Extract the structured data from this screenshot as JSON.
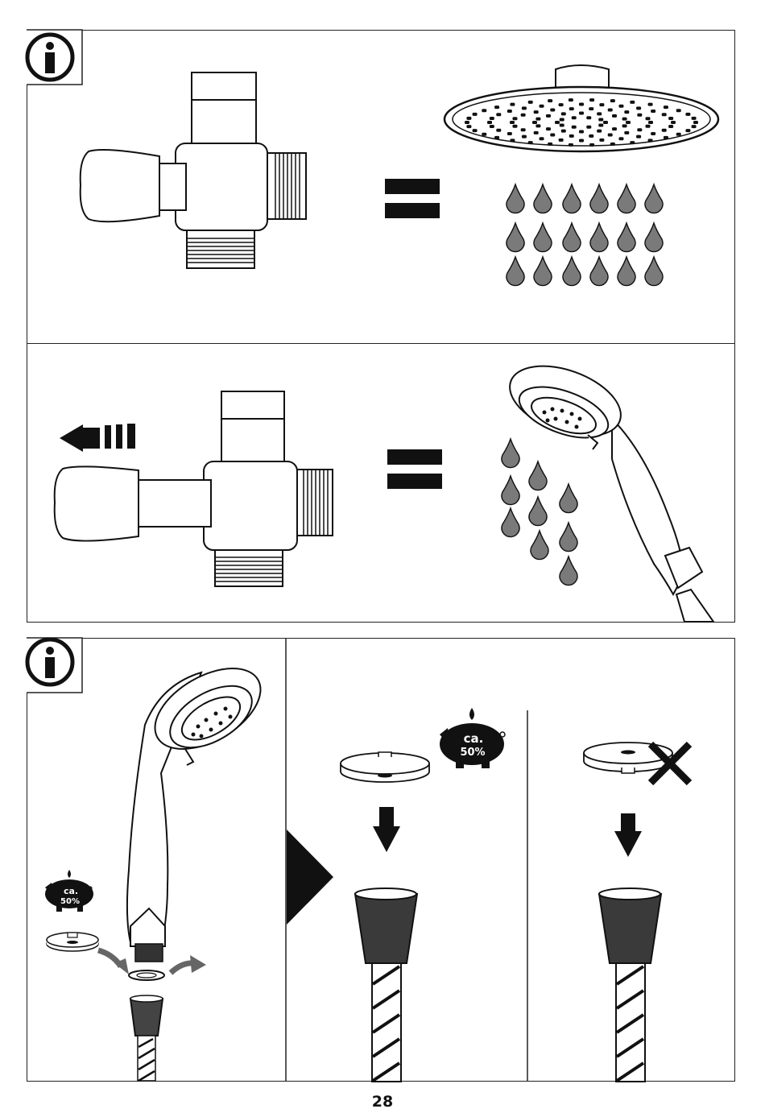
{
  "page": {
    "number": "28"
  },
  "saving_badge": {
    "line1": "ca.",
    "line2": "50%"
  },
  "icons": {
    "info": "info-icon",
    "arrow": "arrow-left-icon",
    "equals": "equals-icon",
    "drop": "water-drop-icon",
    "down": "arrow-down-icon",
    "cross": "cross-icon",
    "play": "play-triangle-icon",
    "piggy": "piggy-bank-icon"
  },
  "colors": {
    "ink": "#111111",
    "drop": "#7a7a7a"
  }
}
